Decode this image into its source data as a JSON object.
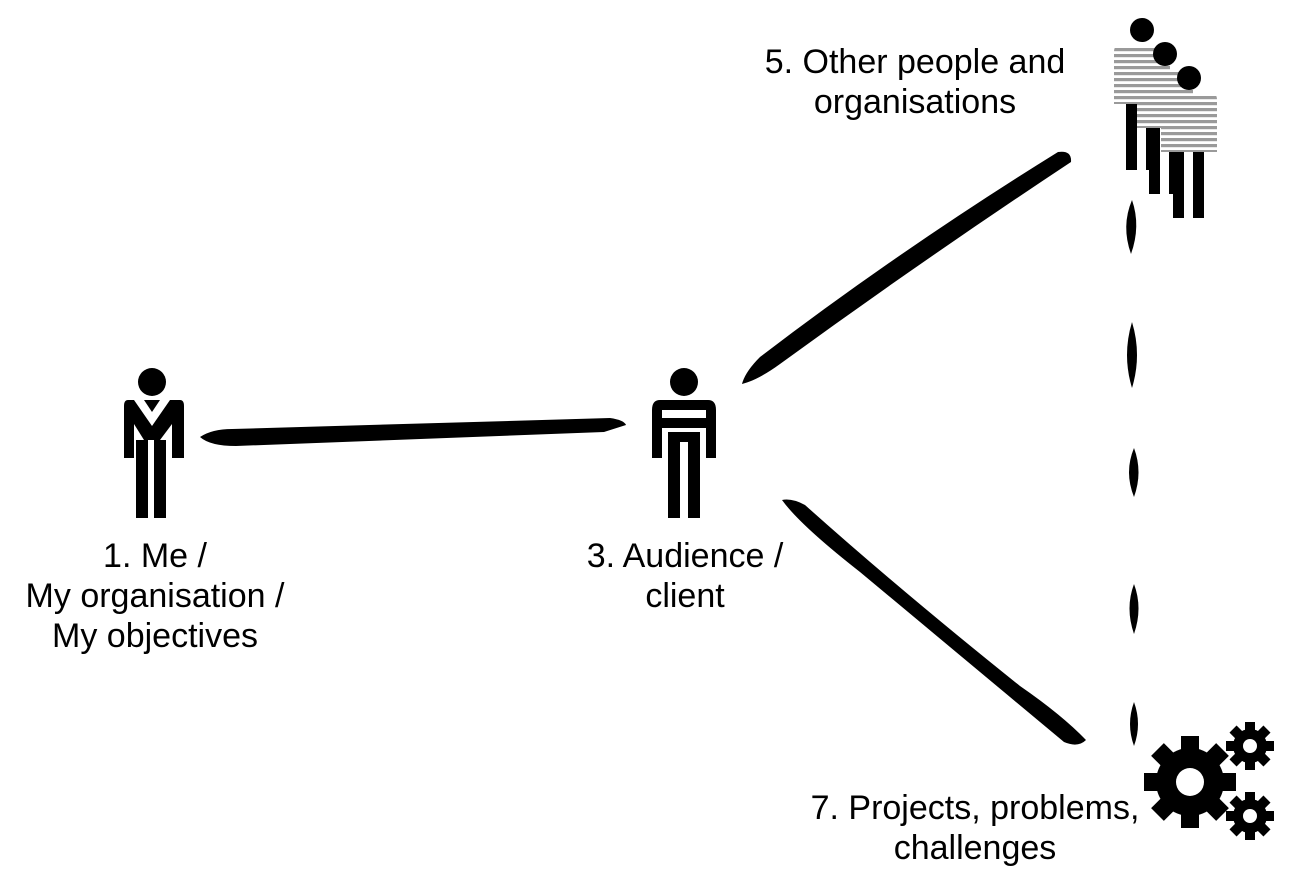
{
  "diagram": {
    "nodes": {
      "me": {
        "lines": [
          "1.   Me /",
          "My organisation /",
          "My objectives"
        ],
        "icon": "person-m-icon"
      },
      "audience": {
        "lines": [
          "3. Audience /",
          "client"
        ],
        "icon": "person-a-icon"
      },
      "others": {
        "lines": [
          "5. Other people and",
          "organisations"
        ],
        "icon": "group-people-icon"
      },
      "projects": {
        "lines": [
          "7. Projects, problems,",
          "challenges"
        ],
        "icon": "gears-icon"
      }
    },
    "connections": [
      {
        "from": "me",
        "to": "audience",
        "style": "solid"
      },
      {
        "from": "audience",
        "to": "others",
        "style": "solid"
      },
      {
        "from": "audience",
        "to": "projects",
        "style": "solid"
      },
      {
        "from": "others",
        "to": "projects",
        "style": "dashed"
      }
    ],
    "colors": {
      "ink": "#000000",
      "stripe_gray": "#9a9a9a"
    }
  }
}
